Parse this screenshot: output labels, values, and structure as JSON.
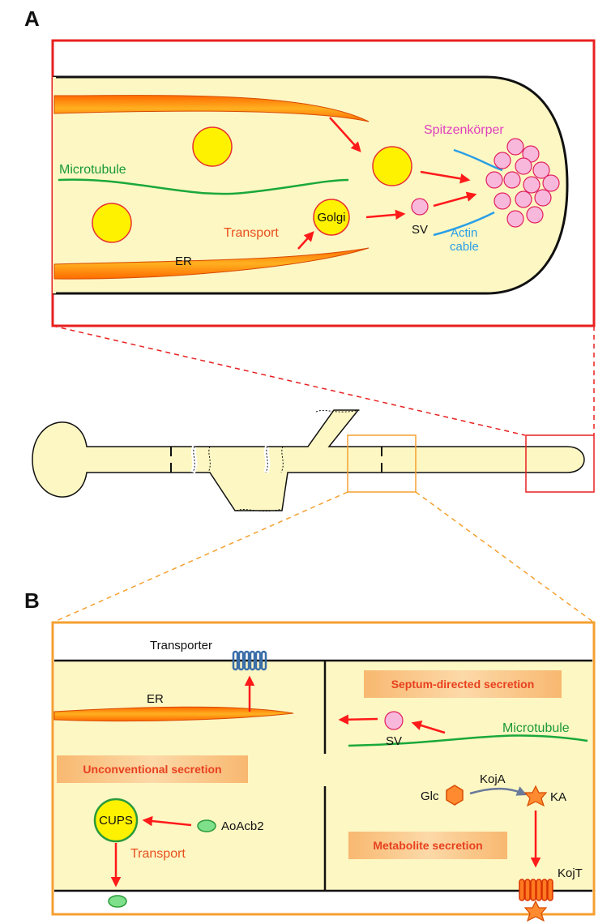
{
  "panel_a": {
    "letter": "A",
    "labels": {
      "spitzenkorper": "Spitzenkörper",
      "microtubule": "Microtubule",
      "golgi": "Golgi",
      "sv": "SV",
      "transport": "Transport",
      "er": "ER",
      "actin_line1": "Actin",
      "actin_line2": "cable"
    }
  },
  "panel_b": {
    "letter": "B",
    "labels": {
      "transporter": "Transporter",
      "er": "ER",
      "septum_directed": "Septum-directed secretion",
      "sv": "SV",
      "microtubule": "Microtubule",
      "unconventional": "Unconventional secretion",
      "cups": "CUPS",
      "aoacb2": "AoAcb2",
      "transport": "Transport",
      "glc": "Glc",
      "koja": "KojA",
      "ka": "KA",
      "metabolite": "Metabolite secretion",
      "kojt": "KojT"
    }
  },
  "colors": {
    "cytoplasm": "#fdf7c3",
    "frame_a": "#e82020",
    "frame_b": "#f5a030",
    "organelle_yellow": "#fff200",
    "vesicle_pink": "#f8b8dc",
    "er_orange": "#ff7a00",
    "microtubule": "#1aa83a",
    "actin": "#2a9ee6",
    "arrow_red": "#ff1a1a",
    "transporter_blue": "#3a6ea8"
  }
}
